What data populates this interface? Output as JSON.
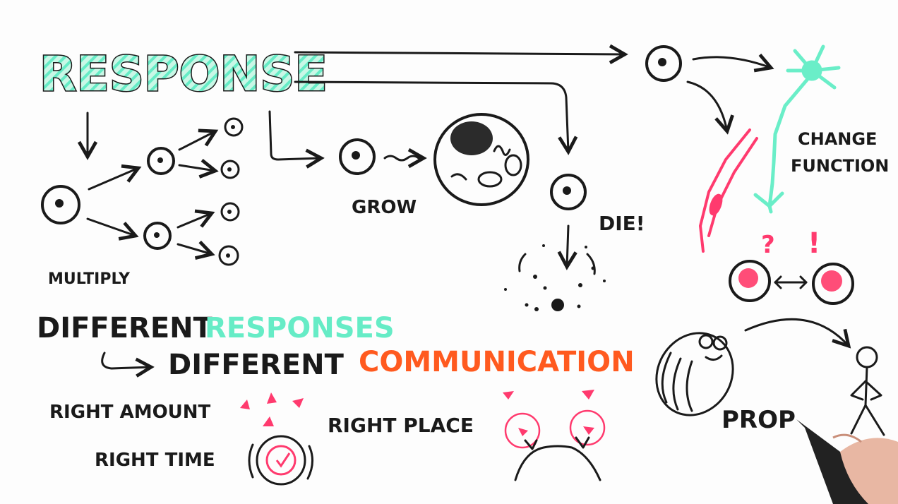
{
  "board": {
    "title": "RESPONSE",
    "labels": {
      "multiply": "MULTIPLY",
      "grow": "GROW",
      "die": "DIE!",
      "change_function_line1": "CHANGE",
      "change_function_line2": "FUNCTION",
      "prop": "PROP"
    },
    "summary": {
      "line1_prefix": "DIFFERENT",
      "line1_highlight": "RESPONSES",
      "line2_prefix": "DIFFERENT",
      "line2_highlight": "COMMUNICATION"
    },
    "requirements": {
      "amount": "RIGHT AMOUNT",
      "time": "RIGHT TIME",
      "place": "RIGHT PLACE"
    },
    "colors": {
      "ink": "#1a1a1a",
      "teal": "#66ecc6",
      "orange": "#ff5a1f",
      "pink": "#ff3a6e",
      "paper": "#fdfdfd"
    }
  }
}
